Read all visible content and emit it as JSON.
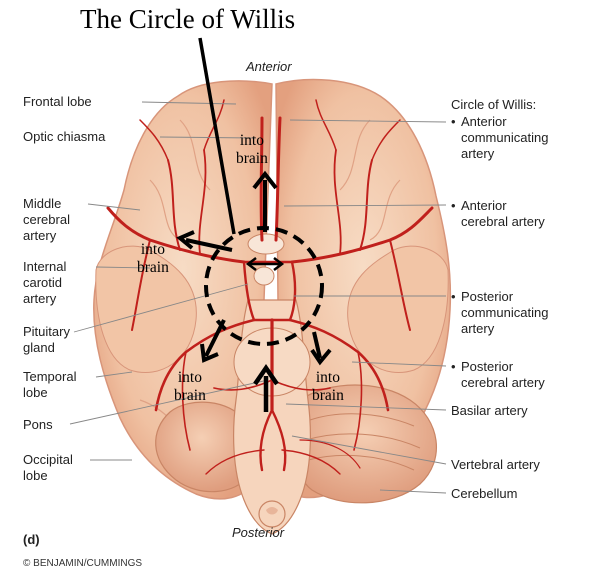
{
  "title": "The Circle of Willis",
  "orientation": {
    "anterior": "Anterior",
    "posterior": "Posterior"
  },
  "left_labels": {
    "frontal_lobe": "Frontal lobe",
    "optic_chiasma": "Optic chiasma",
    "middle_cerebral_artery": "Middle\ncerebral\nartery",
    "internal_carotid_artery": "Internal\ncarotid\nartery",
    "pituitary_gland": "Pituitary\ngland",
    "temporal_lobe": "Temporal\nlobe",
    "pons": "Pons",
    "occipital_lobe": "Occipital\nlobe"
  },
  "right_labels": {
    "heading": "Circle of Willis:",
    "anterior_communicating_artery": "Anterior\ncommunicating\nartery",
    "anterior_cerebral_artery": "Anterior\ncerebral artery",
    "posterior_communicating_artery": "Posterior\ncommunicating\nartery",
    "posterior_cerebral_artery": "Posterior\ncerebral artery",
    "basilar_artery": "Basilar artery",
    "vertebral_artery": "Vertebral artery",
    "cerebellum": "Cerebellum"
  },
  "annotations": {
    "into_brain_top": "into\nbrain",
    "into_brain_left": "into\nbrain",
    "into_brain_bottom_left": "into\nbrain",
    "into_brain_bottom_right": "into\nbrain"
  },
  "panel_letter": "(d)",
  "credit": "© BENJAMIN/CUMMINGS",
  "colors": {
    "brain_fill": "#f3c9ac",
    "brain_shade": "#e8a98a",
    "artery": "#c0201c",
    "leader": "#888888"
  }
}
